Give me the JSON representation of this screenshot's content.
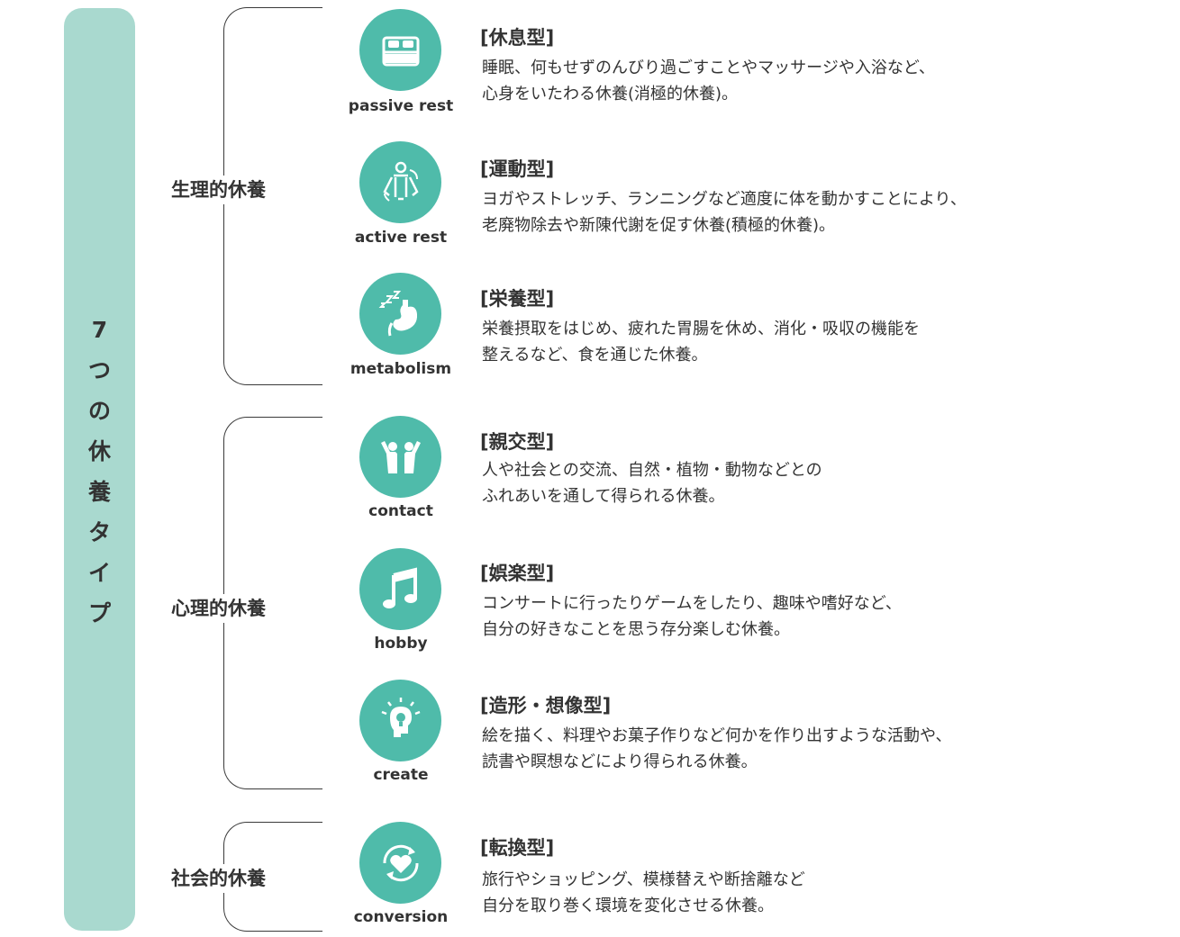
{
  "side_title": "7つの休養タイプ",
  "groups": [
    {
      "label": "生理的休養"
    },
    {
      "label": "心理的休養"
    },
    {
      "label": "社会的休養"
    }
  ],
  "items": [
    {
      "en": "passive rest",
      "title": "[休息型]",
      "desc": [
        "睡眠、何もせずのんびり過ごすことやマッサージや入浴など、",
        "心身をいたわる休養(消極的休養)。"
      ],
      "icon": "bed-icon"
    },
    {
      "en": "active rest",
      "title": "[運動型]",
      "desc": [
        "ヨガやストレッチ、ランニングなど適度に体を動かすことにより、",
        "老廃物除去や新陳代謝を促す休養(積極的休養)。"
      ],
      "icon": "stretch-icon"
    },
    {
      "en": "metabolism",
      "title": "[栄養型]",
      "desc": [
        "栄養摂取をはじめ、疲れた胃腸を休め、消化・吸収の機能を",
        "整えるなど、食を通じた休養。"
      ],
      "icon": "stomach-icon"
    },
    {
      "en": "contact",
      "title": "[親交型]",
      "desc": [
        "人や社会との交流、自然・植物・動物などとの",
        "ふれあいを通して得られる休養。"
      ],
      "icon": "people-icon"
    },
    {
      "en": "hobby",
      "title": "[娯楽型]",
      "desc": [
        "コンサートに行ったりゲームをしたり、趣味や嗜好など、",
        "自分の好きなことを思う存分楽しむ休養。"
      ],
      "icon": "music-note-icon"
    },
    {
      "en": "create",
      "title": "[造形・想像型]",
      "desc": [
        "絵を描く、料理やお菓子作りなど何かを作り出すような活動や、",
        "読書や瞑想などにより得られる休養。"
      ],
      "icon": "idea-head-icon"
    },
    {
      "en": "conversion",
      "title": "[転換型]",
      "desc": [
        "旅行やショッピング、模様替えや断捨離など",
        "自分を取り巻く環境を変化させる休養。"
      ],
      "icon": "heart-cycle-icon"
    }
  ],
  "colors": {
    "pill": "#a9d9cf",
    "icon_circle": "#4fbbaa",
    "text": "#333333"
  }
}
